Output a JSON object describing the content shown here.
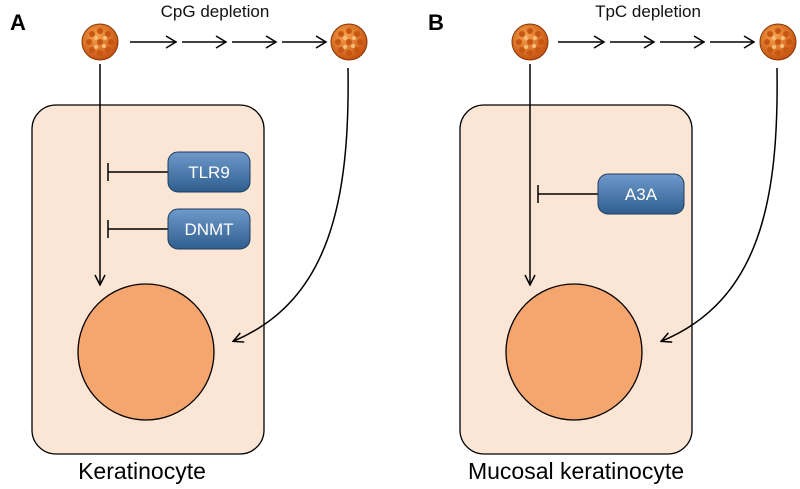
{
  "panels": [
    {
      "letter": "A",
      "process_label": "CpG depletion",
      "cell_label": "Keratinocyte",
      "inhibitors": [
        "TLR9",
        "DNMT"
      ]
    },
    {
      "letter": "B",
      "process_label": "TpC depletion",
      "cell_label": "Mucosal keratinocyte",
      "inhibitors": [
        "A3A"
      ]
    }
  ],
  "icons": {
    "virus": "virus-particle-icon"
  },
  "colors": {
    "cell_fill": "#fbe6d5",
    "nucleus_fill": "#f5a56e",
    "virus_fill": "#e8731e",
    "protein_fill": "#3d6e9e"
  }
}
